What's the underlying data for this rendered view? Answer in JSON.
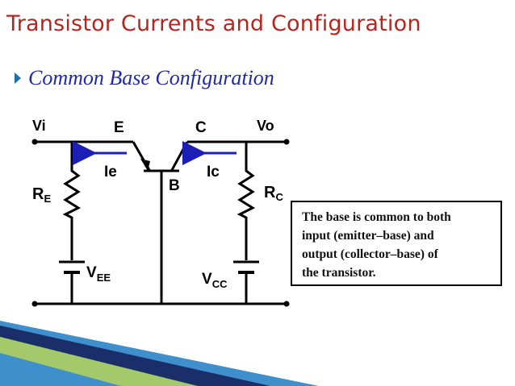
{
  "slide": {
    "title": "Transistor Currents and Configuration",
    "bullet": "Common Base Configuration"
  },
  "circuit": {
    "labels": {
      "vi": "Vi",
      "emitter": "E",
      "collector": "C",
      "vo": "Vo",
      "ie": "Ie",
      "ic": "Ic",
      "base": "B",
      "re_main": "R",
      "re_sub": "E",
      "rc_main": "R",
      "rc_sub": "C",
      "vee_main": "V",
      "vee_sub": "EE",
      "vcc_main": "V",
      "vcc_sub": "CC"
    },
    "colors": {
      "arrow": "#1c1fb5",
      "wire": "#000000"
    }
  },
  "note": {
    "lines": [
      "The base is common to both",
      "input (emitter–base) and",
      "output (collector–base) of",
      "the transistor."
    ]
  },
  "theme": {
    "title_color": "#b5261e",
    "bullet_color": "#1f2aa8",
    "bullet_marker_color": "#1f6fa8"
  }
}
